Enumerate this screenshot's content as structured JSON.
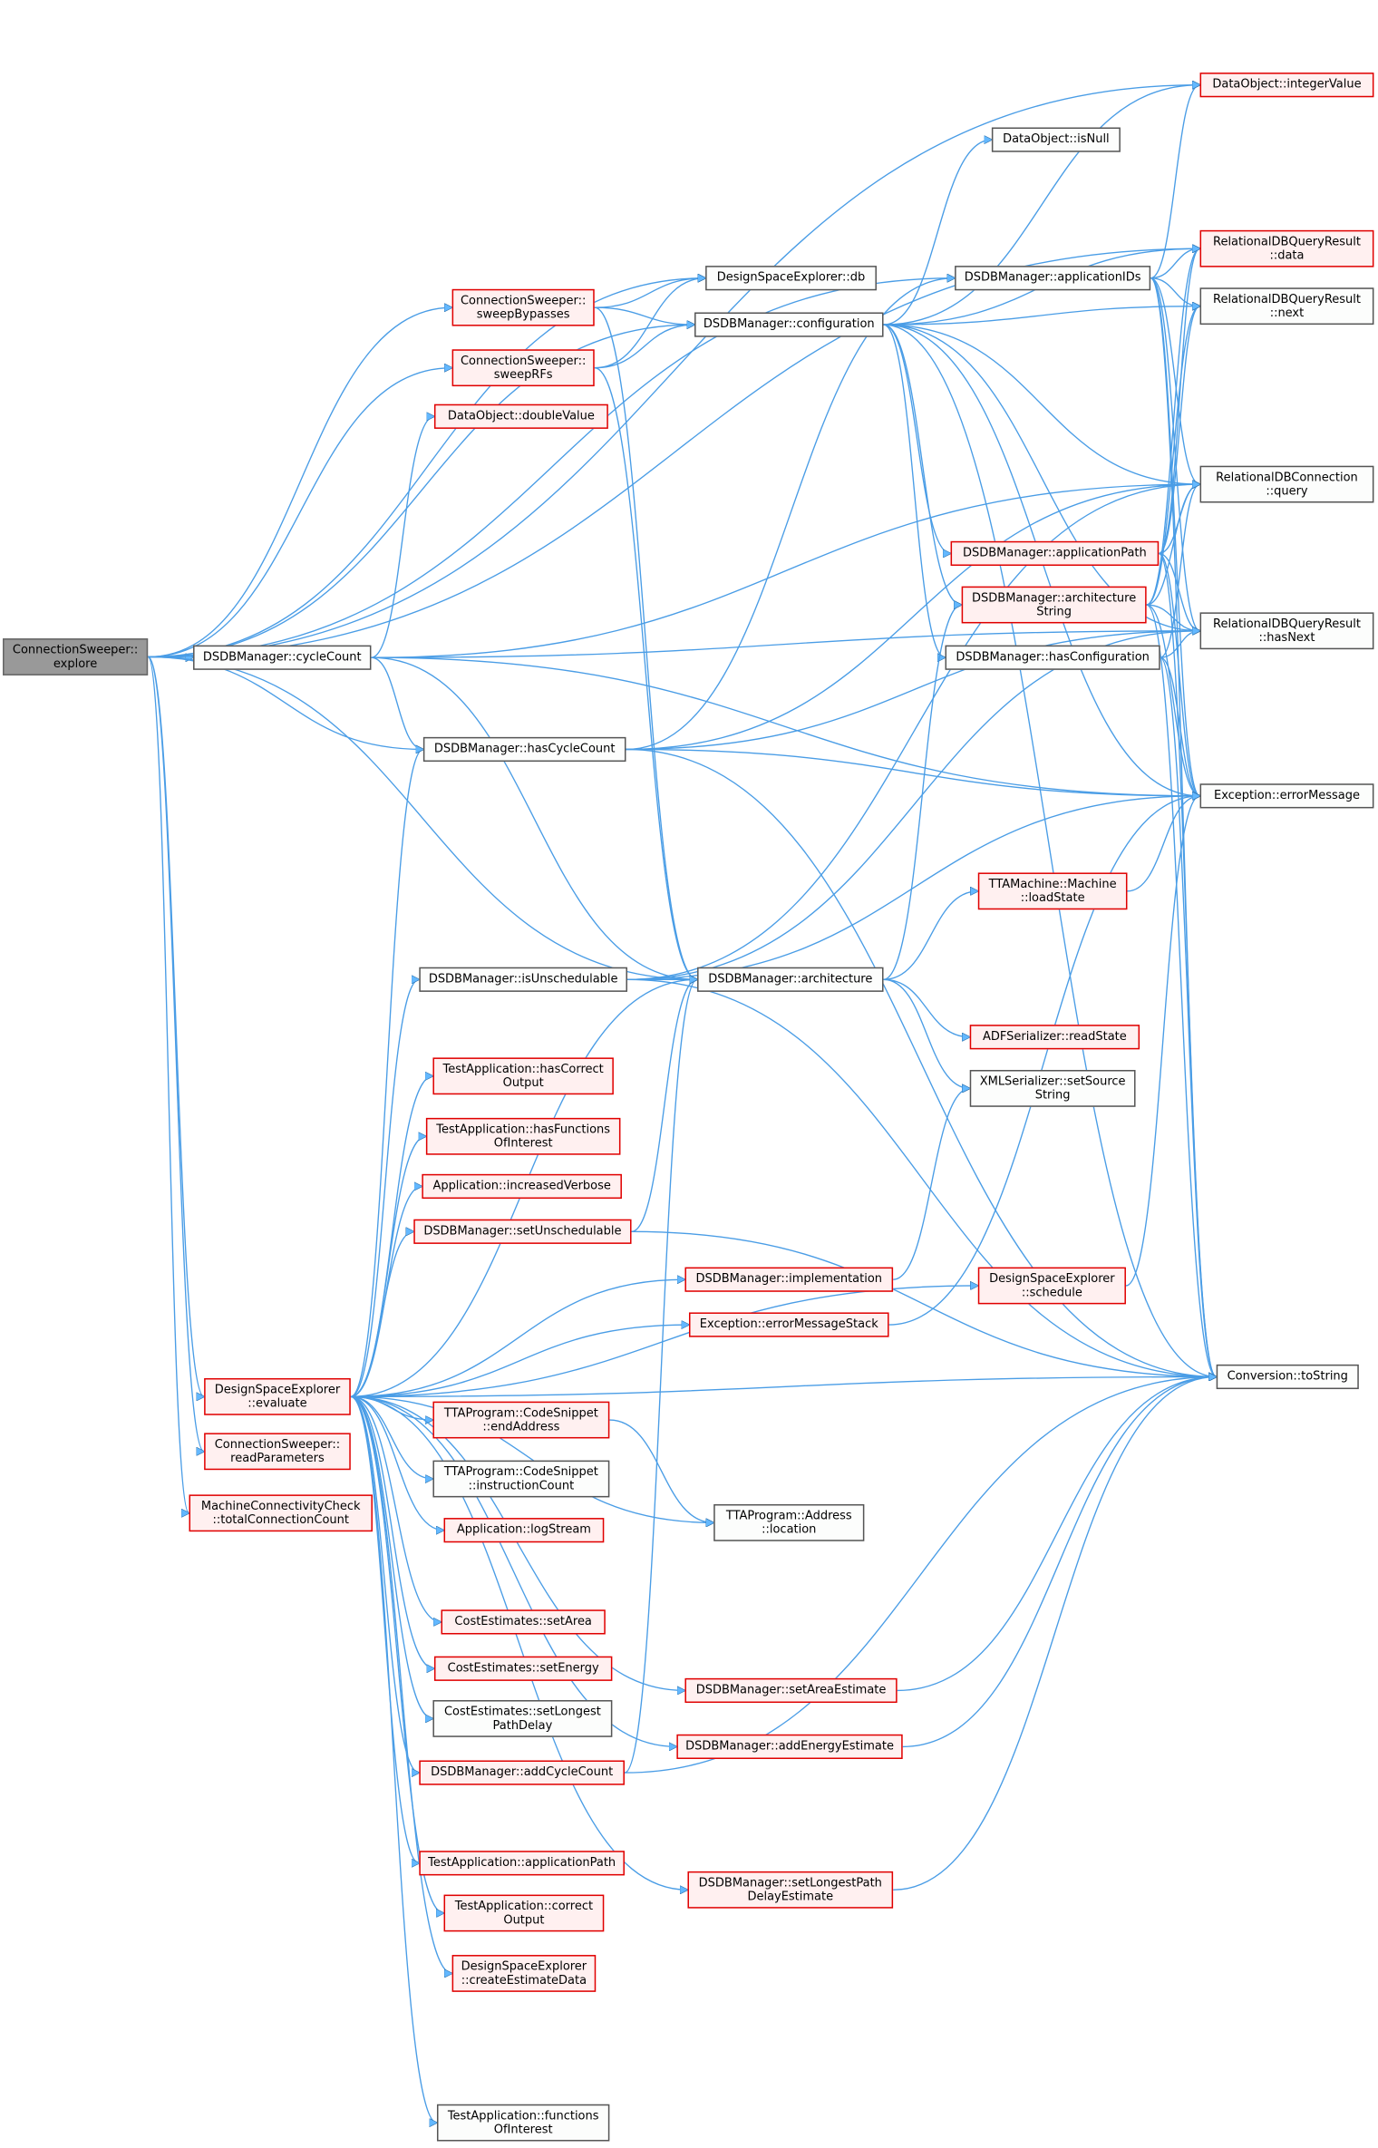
{
  "colors": {
    "edge": "#4a9de6",
    "edge_dark": "#2b6ea8"
  },
  "nodes": [
    {
      "id": "explore",
      "label": "ConnectionSweeper::\nexplore",
      "kind": "root"
    },
    {
      "id": "cycleCount",
      "label": "DSDBManager::cycleCount",
      "kind": "plain"
    },
    {
      "id": "integerValue",
      "label": "DataObject::integerValue",
      "kind": "red"
    },
    {
      "id": "isNull",
      "label": "DataObject::isNull",
      "kind": "plain"
    },
    {
      "id": "db",
      "label": "DesignSpaceExplorer::db",
      "kind": "plain"
    },
    {
      "id": "sweepBypasses",
      "label": "ConnectionSweeper::\nsweepBypasses",
      "kind": "red"
    },
    {
      "id": "configuration",
      "label": "DSDBManager::configuration",
      "kind": "plain"
    },
    {
      "id": "applicationIDs",
      "label": "DSDBManager::applicationIDs",
      "kind": "plain"
    },
    {
      "id": "data",
      "label": "RelationalDBQueryResult\n::data",
      "kind": "red"
    },
    {
      "id": "next",
      "label": "RelationalDBQueryResult\n::next",
      "kind": "plain"
    },
    {
      "id": "sweepRFs",
      "label": "ConnectionSweeper::\nsweepRFs",
      "kind": "red"
    },
    {
      "id": "doubleValue",
      "label": "DataObject::doubleValue",
      "kind": "red"
    },
    {
      "id": "query",
      "label": "RelationalDBConnection\n::query",
      "kind": "plain"
    },
    {
      "id": "applicationPath",
      "label": "DSDBManager::applicationPath",
      "kind": "red"
    },
    {
      "id": "architectureString",
      "label": "DSDBManager::architecture\nString",
      "kind": "red"
    },
    {
      "id": "hasNext",
      "label": "RelationalDBQueryResult\n::hasNext",
      "kind": "plain"
    },
    {
      "id": "hasConfiguration",
      "label": "DSDBManager::hasConfiguration",
      "kind": "plain"
    },
    {
      "id": "hasCycleCount",
      "label": "DSDBManager::hasCycleCount",
      "kind": "plain"
    },
    {
      "id": "errorMessage",
      "label": "Exception::errorMessage",
      "kind": "plain"
    },
    {
      "id": "loadState",
      "label": "TTAMachine::Machine\n::loadState",
      "kind": "red"
    },
    {
      "id": "isUnschedulable",
      "label": "DSDBManager::isUnschedulable",
      "kind": "plain"
    },
    {
      "id": "architecture",
      "label": "DSDBManager::architecture",
      "kind": "plain"
    },
    {
      "id": "readState",
      "label": "ADFSerializer::readState",
      "kind": "red"
    },
    {
      "id": "setSourceString",
      "label": "XMLSerializer::setSource\nString",
      "kind": "plain"
    },
    {
      "id": "hasCorrectOutput",
      "label": "TestApplication::hasCorrect\nOutput",
      "kind": "red"
    },
    {
      "id": "hasFunctionsOfInterest",
      "label": "TestApplication::hasFunctions\nOfInterest",
      "kind": "red"
    },
    {
      "id": "increasedVerbose",
      "label": "Application::increasedVerbose",
      "kind": "red"
    },
    {
      "id": "setUnschedulable",
      "label": "DSDBManager::setUnschedulable",
      "kind": "red"
    },
    {
      "id": "implementation",
      "label": "DSDBManager::implementation",
      "kind": "red"
    },
    {
      "id": "schedule",
      "label": "DesignSpaceExplorer\n::schedule",
      "kind": "red"
    },
    {
      "id": "errorMessageStack",
      "label": "Exception::errorMessageStack",
      "kind": "red"
    },
    {
      "id": "toString",
      "label": "Conversion::toString",
      "kind": "plain"
    },
    {
      "id": "evaluate",
      "label": "DesignSpaceExplorer\n::evaluate",
      "kind": "red"
    },
    {
      "id": "endAddress",
      "label": "TTAProgram::CodeSnippet\n::endAddress",
      "kind": "red"
    },
    {
      "id": "readParameters",
      "label": "ConnectionSweeper::\nreadParameters",
      "kind": "red"
    },
    {
      "id": "instructionCount",
      "label": "TTAProgram::CodeSnippet\n::instructionCount",
      "kind": "plain"
    },
    {
      "id": "totalConnectionCount",
      "label": "MachineConnectivityCheck\n::totalConnectionCount",
      "kind": "red"
    },
    {
      "id": "location",
      "label": "TTAProgram::Address\n::location",
      "kind": "plain"
    },
    {
      "id": "logStream",
      "label": "Application::logStream",
      "kind": "red"
    },
    {
      "id": "setArea",
      "label": "CostEstimates::setArea",
      "kind": "red"
    },
    {
      "id": "setEnergy",
      "label": "CostEstimates::setEnergy",
      "kind": "red"
    },
    {
      "id": "setLongestPathDelay",
      "label": "CostEstimates::setLongest\nPathDelay",
      "kind": "plain"
    },
    {
      "id": "addCycleCount",
      "label": "DSDBManager::addCycleCount",
      "kind": "red"
    },
    {
      "id": "setAreaEstimate",
      "label": "DSDBManager::setAreaEstimate",
      "kind": "red"
    },
    {
      "id": "addEnergyEstimate",
      "label": "DSDBManager::addEnergyEstimate",
      "kind": "red"
    },
    {
      "id": "testApplicationPath",
      "label": "TestApplication::applicationPath",
      "kind": "red"
    },
    {
      "id": "correctOutput",
      "label": "TestApplication::correct\nOutput",
      "kind": "red"
    },
    {
      "id": "setLongestPathDelayEstimate",
      "label": "DSDBManager::setLongestPath\nDelayEstimate",
      "kind": "red"
    },
    {
      "id": "createEstimateData",
      "label": "DesignSpaceExplorer\n::createEstimateData",
      "kind": "red"
    },
    {
      "id": "functionsOfInterest",
      "label": "TestApplication::functions\nOfInterest",
      "kind": "plain"
    }
  ],
  "edges": [
    [
      "explore",
      "cycleCount"
    ],
    [
      "explore",
      "db"
    ],
    [
      "explore",
      "configuration"
    ],
    [
      "explore",
      "applicationIDs"
    ],
    [
      "explore",
      "integerValue"
    ],
    [
      "explore",
      "data"
    ],
    [
      "explore",
      "sweepBypasses"
    ],
    [
      "explore",
      "sweepRFs"
    ],
    [
      "explore",
      "hasCycleCount"
    ],
    [
      "explore",
      "architecture"
    ],
    [
      "explore",
      "evaluate"
    ],
    [
      "explore",
      "readParameters"
    ],
    [
      "explore",
      "totalConnectionCount"
    ],
    [
      "cycleCount",
      "doubleValue"
    ],
    [
      "cycleCount",
      "query"
    ],
    [
      "cycleCount",
      "hasNext"
    ],
    [
      "cycleCount",
      "errorMessage"
    ],
    [
      "cycleCount",
      "hasCycleCount"
    ],
    [
      "cycleCount",
      "architecture"
    ],
    [
      "sweepBypasses",
      "db"
    ],
    [
      "sweepBypasses",
      "configuration"
    ],
    [
      "sweepBypasses",
      "architecture"
    ],
    [
      "sweepRFs",
      "db"
    ],
    [
      "sweepRFs",
      "configuration"
    ],
    [
      "sweepRFs",
      "architecture"
    ],
    [
      "configuration",
      "integerValue"
    ],
    [
      "configuration",
      "isNull"
    ],
    [
      "configuration",
      "data"
    ],
    [
      "configuration",
      "next"
    ],
    [
      "configuration",
      "query"
    ],
    [
      "configuration",
      "hasNext"
    ],
    [
      "configuration",
      "errorMessage"
    ],
    [
      "configuration",
      "hasConfiguration"
    ],
    [
      "configuration",
      "applicationPath"
    ],
    [
      "configuration",
      "toString"
    ],
    [
      "configuration",
      "architectureString"
    ],
    [
      "applicationIDs",
      "data"
    ],
    [
      "applicationIDs",
      "next"
    ],
    [
      "applicationIDs",
      "query"
    ],
    [
      "applicationIDs",
      "hasNext"
    ],
    [
      "applicationIDs",
      "errorMessage"
    ],
    [
      "applicationIDs",
      "toString"
    ],
    [
      "applicationIDs",
      "integerValue"
    ],
    [
      "applicationPath",
      "data"
    ],
    [
      "applicationPath",
      "next"
    ],
    [
      "applicationPath",
      "query"
    ],
    [
      "applicationPath",
      "hasNext"
    ],
    [
      "applicationPath",
      "errorMessage"
    ],
    [
      "applicationPath",
      "toString"
    ],
    [
      "architectureString",
      "query"
    ],
    [
      "architectureString",
      "data"
    ],
    [
      "architectureString",
      "next"
    ],
    [
      "architectureString",
      "hasNext"
    ],
    [
      "architectureString",
      "errorMessage"
    ],
    [
      "architectureString",
      "toString"
    ],
    [
      "hasConfiguration",
      "query"
    ],
    [
      "hasConfiguration",
      "hasNext"
    ],
    [
      "hasConfiguration",
      "errorMessage"
    ],
    [
      "hasConfiguration",
      "toString"
    ],
    [
      "hasCycleCount",
      "query"
    ],
    [
      "hasCycleCount",
      "hasNext"
    ],
    [
      "hasCycleCount",
      "errorMessage"
    ],
    [
      "hasCycleCount",
      "toString"
    ],
    [
      "hasCycleCount",
      "applicationIDs"
    ],
    [
      "architecture",
      "loadState"
    ],
    [
      "architecture",
      "readState"
    ],
    [
      "architecture",
      "setSourceString"
    ],
    [
      "architecture",
      "architectureString"
    ],
    [
      "loadState",
      "errorMessage"
    ],
    [
      "isUnschedulable",
      "architecture"
    ],
    [
      "isUnschedulable",
      "query"
    ],
    [
      "isUnschedulable",
      "hasNext"
    ],
    [
      "isUnschedulable",
      "errorMessage"
    ],
    [
      "isUnschedulable",
      "toString"
    ],
    [
      "setUnschedulable",
      "architecture"
    ],
    [
      "setUnschedulable",
      "toString"
    ],
    [
      "implementation",
      "setSourceString"
    ],
    [
      "schedule",
      "errorMessage"
    ],
    [
      "errorMessageStack",
      "errorMessage"
    ],
    [
      "evaluate",
      "hasCycleCount"
    ],
    [
      "evaluate",
      "isUnschedulable"
    ],
    [
      "evaluate",
      "hasCorrectOutput"
    ],
    [
      "evaluate",
      "hasFunctionsOfInterest"
    ],
    [
      "evaluate",
      "increasedVerbose"
    ],
    [
      "evaluate",
      "setUnschedulable"
    ],
    [
      "evaluate",
      "implementation"
    ],
    [
      "evaluate",
      "errorMessageStack"
    ],
    [
      "evaluate",
      "schedule"
    ],
    [
      "evaluate",
      "toString"
    ],
    [
      "evaluate",
      "endAddress"
    ],
    [
      "evaluate",
      "instructionCount"
    ],
    [
      "evaluate",
      "logStream"
    ],
    [
      "evaluate",
      "location"
    ],
    [
      "evaluate",
      "setArea"
    ],
    [
      "evaluate",
      "setEnergy"
    ],
    [
      "evaluate",
      "setLongestPathDelay"
    ],
    [
      "evaluate",
      "addCycleCount"
    ],
    [
      "evaluate",
      "setAreaEstimate"
    ],
    [
      "evaluate",
      "addEnergyEstimate"
    ],
    [
      "evaluate",
      "testApplicationPath"
    ],
    [
      "evaluate",
      "correctOutput"
    ],
    [
      "evaluate",
      "createEstimateData"
    ],
    [
      "evaluate",
      "setLongestPathDelayEstimate"
    ],
    [
      "evaluate",
      "functionsOfInterest"
    ],
    [
      "evaluate",
      "architecture"
    ],
    [
      "endAddress",
      "location"
    ],
    [
      "addCycleCount",
      "architecture"
    ],
    [
      "addCycleCount",
      "toString"
    ],
    [
      "setAreaEstimate",
      "toString"
    ],
    [
      "addEnergyEstimate",
      "toString"
    ],
    [
      "setLongestPathDelayEstimate",
      "toString"
    ]
  ]
}
